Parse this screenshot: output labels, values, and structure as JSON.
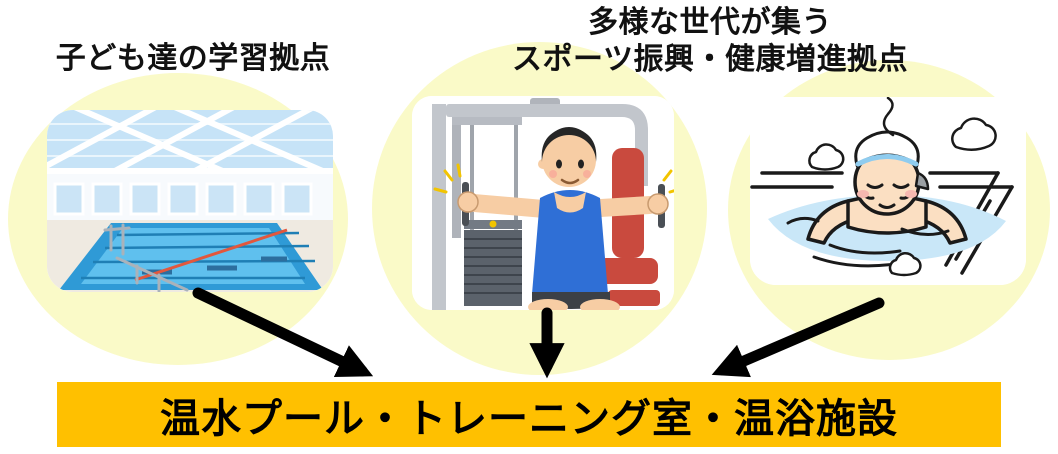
{
  "labels": {
    "left": "子ども達の学習拠点",
    "right_line1": "多様な世代が集う",
    "right_line2": "スポーツ振興・健康増進拠点"
  },
  "banner": {
    "text": "温水プール・トレーニング室・温浴施設",
    "bg_color": "#FFC000",
    "text_color": "#000000"
  },
  "circles": [
    {
      "position": "left",
      "illustration": "indoor-pool-illustration",
      "fill": "#FAFAC8"
    },
    {
      "position": "middle",
      "illustration": "training-machine-illustration",
      "fill": "#FAFAC8"
    },
    {
      "position": "right",
      "illustration": "hot-bath-illustration",
      "fill": "#FAFAC8"
    }
  ],
  "arrows": {
    "count": 3,
    "color": "#000000",
    "direction": "converging-down-to-banner"
  }
}
